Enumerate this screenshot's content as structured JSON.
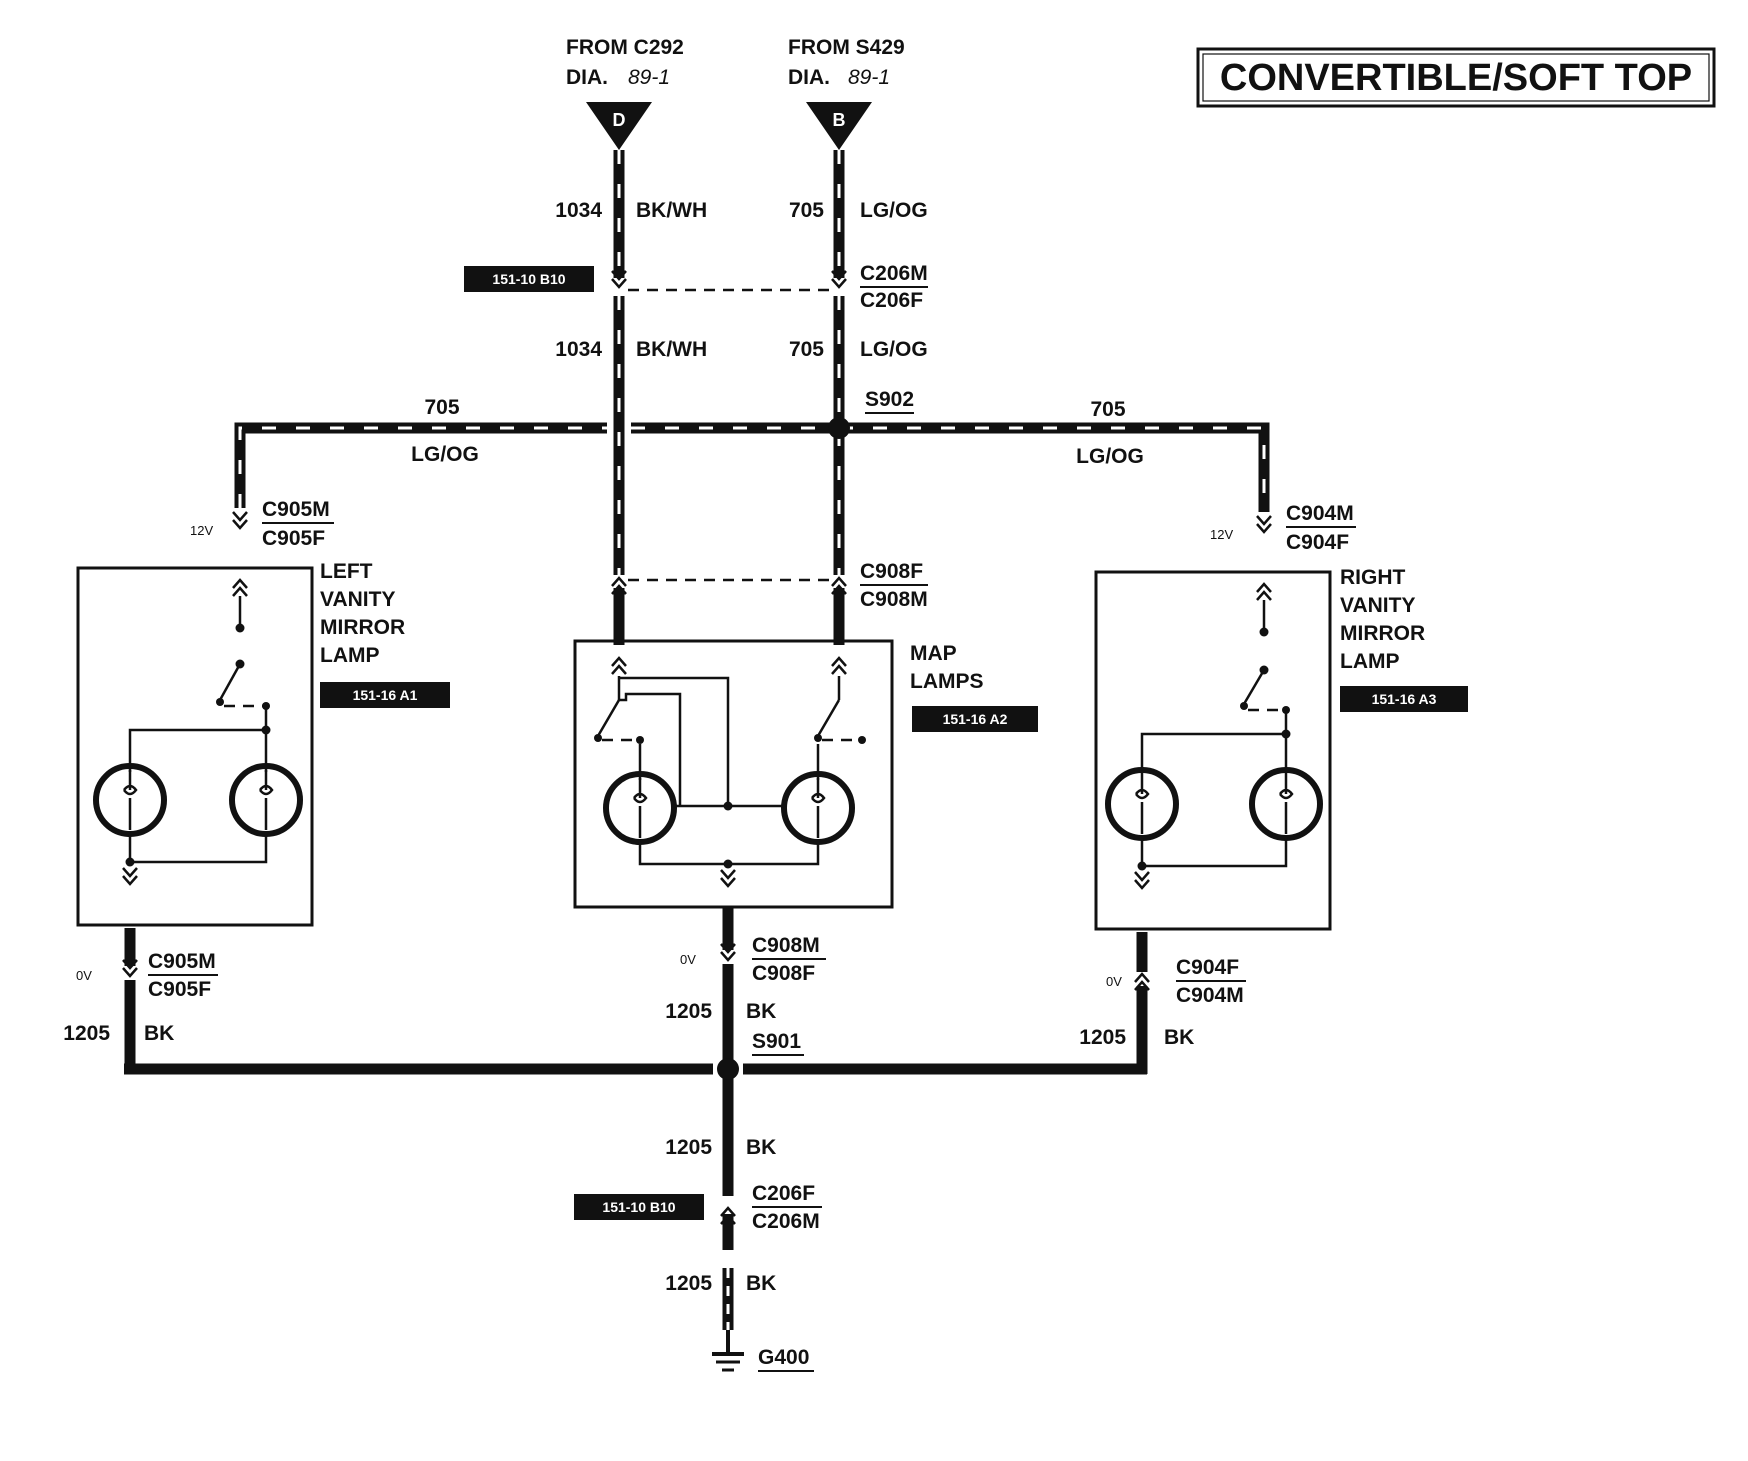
{
  "title": "CONVERTIBLE/SOFT TOP",
  "sources": [
    {
      "id": "source-d",
      "from": "FROM C292",
      "dia_label": "DIA.",
      "dia_value": "89-1",
      "letter": "D"
    },
    {
      "id": "source-b",
      "from": "FROM S429",
      "dia_label": "DIA.",
      "dia_value": "89-1",
      "letter": "B"
    }
  ],
  "wires": {
    "w1034_top": {
      "circuit": "1034",
      "color": "BK/WH"
    },
    "w705_top": {
      "circuit": "705",
      "color": "LG/OG"
    },
    "w1034_mid": {
      "circuit": "1034",
      "color": "BK/WH"
    },
    "w705_mid": {
      "circuit": "705",
      "color": "LG/OG"
    },
    "w705_left": {
      "circuit": "705",
      "color": "LG/OG"
    },
    "w705_right": {
      "circuit": "705",
      "color": "LG/OG"
    },
    "w1205_left": {
      "circuit": "1205",
      "color": "BK"
    },
    "w1205_center": {
      "circuit": "1205",
      "color": "BK"
    },
    "w1205_right": {
      "circuit": "1205",
      "color": "BK"
    },
    "w1205_low1": {
      "circuit": "1205",
      "color": "BK"
    },
    "w1205_low2": {
      "circuit": "1205",
      "color": "BK"
    }
  },
  "connectors": {
    "c206_top": {
      "m": "C206M",
      "f": "C206F"
    },
    "c905_top": {
      "m": "C905M",
      "f": "C905F"
    },
    "c904_top": {
      "m": "C904M",
      "f": "C904F"
    },
    "c908_top": {
      "m": "C908F",
      "f": "C908M"
    },
    "c905_bot": {
      "m": "C905M",
      "f": "C905F"
    },
    "c908_bot": {
      "m": "C908M",
      "f": "C908F"
    },
    "c904_bot": {
      "m": "C904F",
      "f": "C904M"
    },
    "c206_bot": {
      "m": "C206F",
      "f": "C206M"
    }
  },
  "splices": {
    "s902": "S902",
    "s901": "S901"
  },
  "ground": "G400",
  "voltages": {
    "left_top": "12V",
    "right_top": "12V",
    "left_bot": "0V",
    "center_bot": "0V",
    "right_bot": "0V"
  },
  "components": {
    "left": {
      "lines": [
        "LEFT",
        "VANITY",
        "MIRROR",
        "LAMP"
      ],
      "ref": "151-16 A1"
    },
    "map": {
      "lines": [
        "MAP",
        "LAMPS"
      ],
      "ref": "151-16 A2"
    },
    "right": {
      "lines": [
        "RIGHT",
        "VANITY",
        "MIRROR",
        "LAMP"
      ],
      "ref": "151-16 A3"
    }
  },
  "refs": {
    "c206_top": "151-10 B10",
    "c206_bot": "151-10 B10"
  }
}
